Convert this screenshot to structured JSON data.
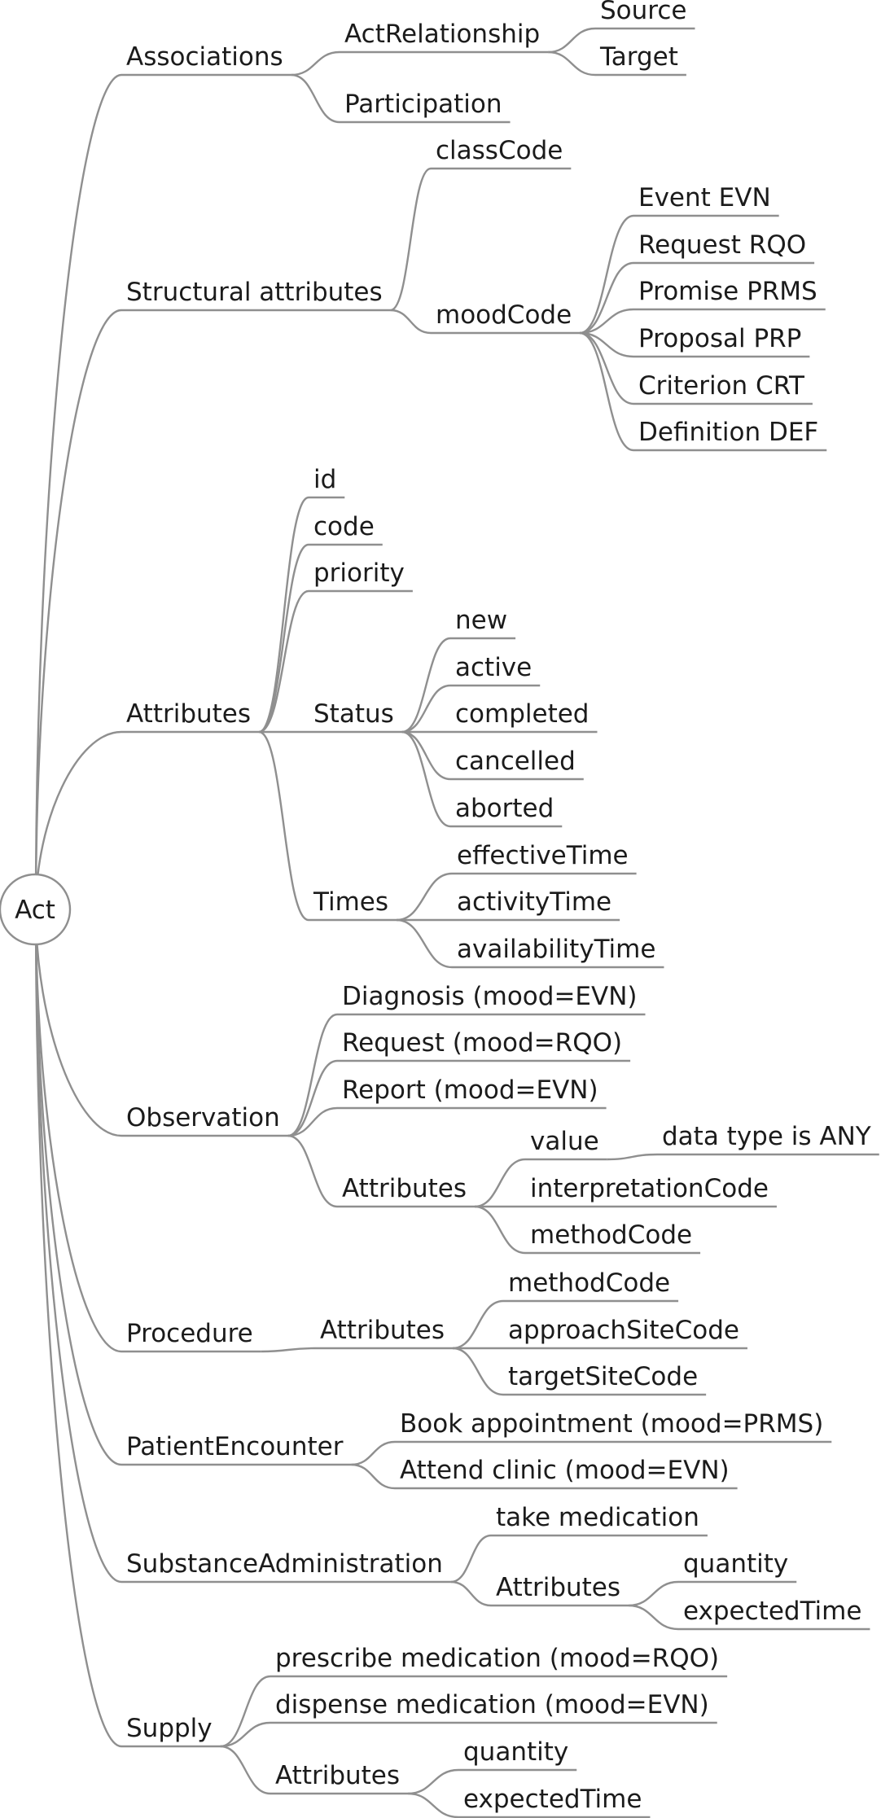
{
  "root": {
    "label": "Act"
  },
  "branches": {
    "associations": {
      "label": "Associations",
      "act_relationship": {
        "label": "ActRelationship",
        "source": "Source",
        "target": "Target"
      },
      "participation": "Participation"
    },
    "structural": {
      "label": "Structural attributes",
      "class_code": "classCode",
      "mood_code": {
        "label": "moodCode",
        "items": [
          "Event EVN",
          "Request RQO",
          "Promise PRMS",
          "Proposal PRP",
          "Criterion CRT",
          "Definition DEF"
        ]
      }
    },
    "attributes": {
      "label": "Attributes",
      "id": "id",
      "code": "code",
      "priority": "priority",
      "status": {
        "label": "Status",
        "items": [
          "new",
          "active",
          "completed",
          "cancelled",
          "aborted"
        ]
      },
      "times": {
        "label": "Times",
        "items": [
          "effectiveTime",
          "activityTime",
          "availabilityTime"
        ]
      }
    },
    "observation": {
      "label": "Observation",
      "diagnosis": "Diagnosis (mood=EVN)",
      "request": "Request  (mood=RQO)",
      "report": "Report (mood=EVN)",
      "attributes": {
        "label": "Attributes",
        "value": "value",
        "value_type": "data type is ANY",
        "interpretation_code": "interpretationCode",
        "method_code": "methodCode"
      }
    },
    "procedure": {
      "label": "Procedure",
      "attributes": {
        "label": "Attributes",
        "items": [
          "methodCode",
          "approachSiteCode",
          "targetSiteCode"
        ]
      }
    },
    "patient_encounter": {
      "label": "PatientEncounter",
      "book": "Book appointment (mood=PRMS)",
      "attend": "Attend clinic (mood=EVN)"
    },
    "substance_admin": {
      "label": "SubstanceAdministration",
      "take": "take medication",
      "attributes": {
        "label": "Attributes",
        "items": [
          "quantity",
          "expectedTime"
        ]
      }
    },
    "supply": {
      "label": "Supply",
      "prescribe": "prescribe medication (mood=RQO)",
      "dispense": "dispense medication (mood=EVN)",
      "attributes": {
        "label": "Attributes",
        "items": [
          "quantity",
          "expectedTime"
        ]
      }
    }
  }
}
